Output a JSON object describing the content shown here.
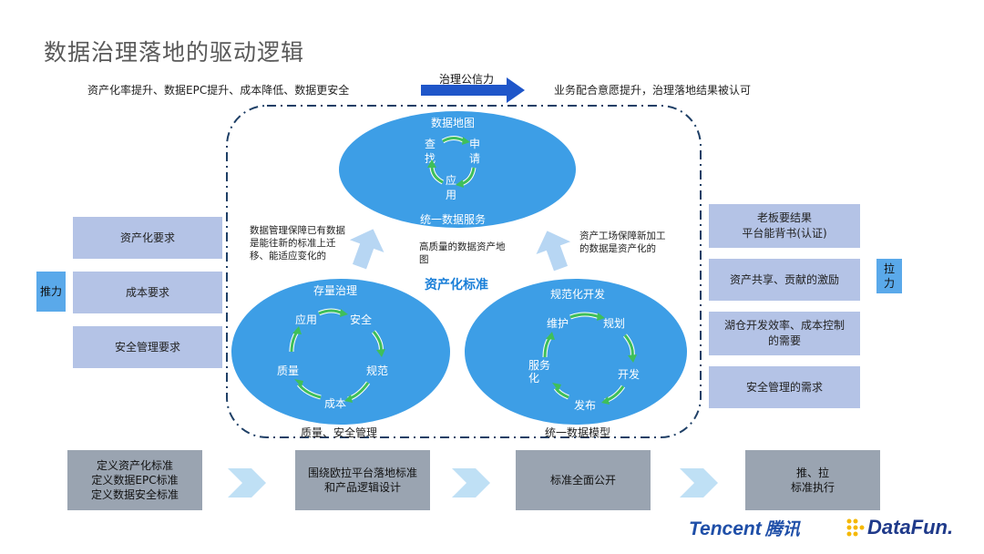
{
  "title": "数据治理落地的驱动逻辑",
  "top": {
    "left_text": "资产化率提升、数据EPC提升、成本降低、数据更安全",
    "arrow_label": "治理公信力",
    "right_text": "业务配合意愿提升，治理落地结果被认可"
  },
  "push": {
    "label": "推力",
    "items": [
      "资产化要求",
      "成本要求",
      "安全管理要求"
    ]
  },
  "pull": {
    "label": "拉力",
    "items": [
      "老板要结果\n平台能背书(认证)",
      "资产共享、贡献的激励",
      "湖仓开发效率、成本控制的需要",
      "安全管理的需求"
    ]
  },
  "top_circle": {
    "title": "数据地图",
    "bottom": "统一数据服务",
    "cycle": [
      "查找",
      "申请",
      "应用"
    ]
  },
  "left_circle": {
    "title": "存量治理",
    "cycle": [
      "应用",
      "安全",
      "规范",
      "成本",
      "质量"
    ],
    "caption": "质量、安全管理"
  },
  "right_circle": {
    "title": "规范化开发",
    "cycle": [
      "维护",
      "规划",
      "开发",
      "发布",
      "服务化"
    ],
    "caption": "统一数据模型"
  },
  "notes": {
    "left": "数据管理保障已有数据是能往新的标准上迁移、能适应变化的",
    "middle": "高质量的数据资产地图",
    "right": "资产工场保障新加工的数据是资产化的",
    "center": "资产化标准"
  },
  "flow": [
    "定义资产化标准\n定义数据EPC标准\n定义数据安全标准",
    "围绕欧拉平台落地标准和产品逻辑设计",
    "标准全面公开",
    "推、拉\n标准执行"
  ],
  "logos": {
    "tencent": "Tencent",
    "tencent_cn": "腾讯",
    "datafun": "DataFun."
  },
  "colors": {
    "ellipse": "#3d9ee6",
    "lbox": "#b4c3e6",
    "sidebox": "#5aa9ea",
    "flowbox": "#9aa4b1",
    "accent": "#1a7fd8",
    "arrow": "#1f56c9"
  }
}
